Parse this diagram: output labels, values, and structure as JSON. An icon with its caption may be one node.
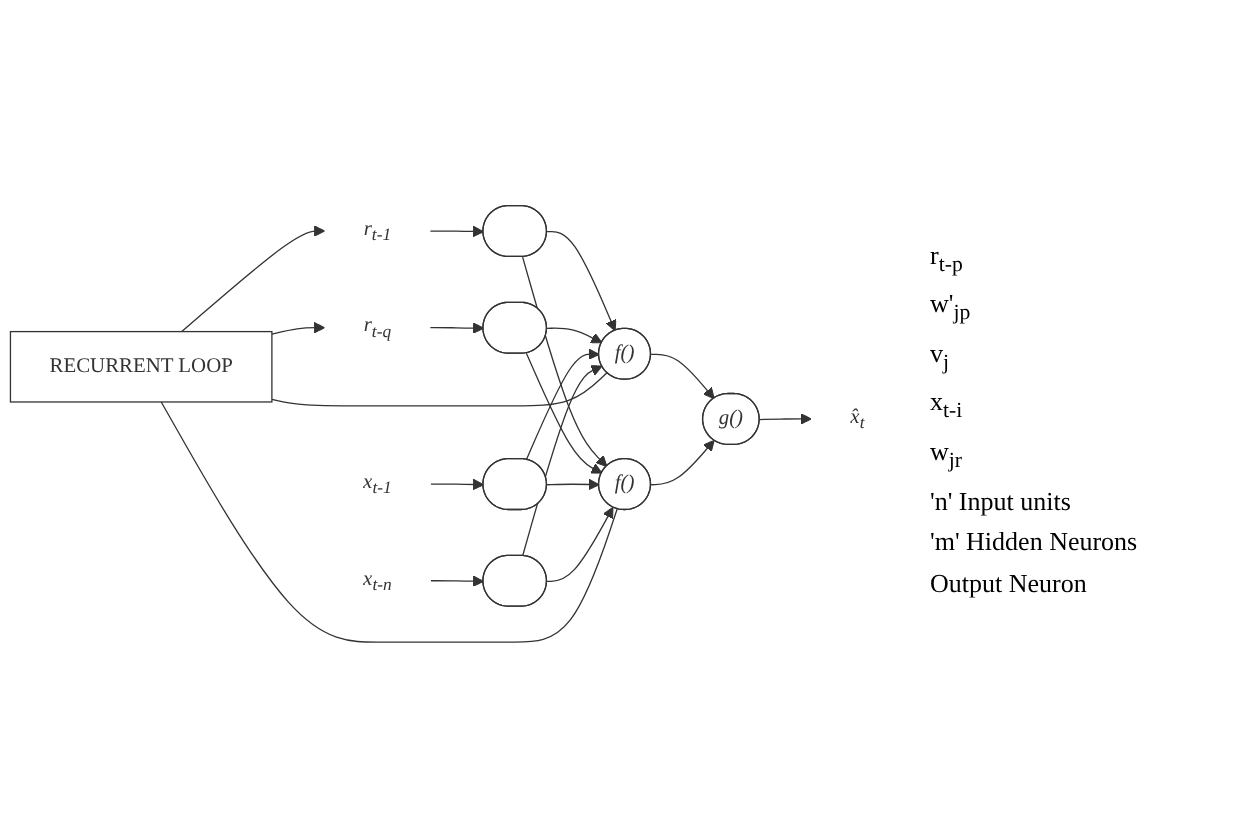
{
  "diagram": {
    "nodes": [
      {
        "text": [
          "RECURRENT LOOP"
        ]
      },
      {
        "text": [
          "r$_{t-1}$"
        ]
      },
      {
        "text": [],
        "shape": "ellipse"
      },
      {
        "text": [
          "f()"
        ]
      },
      {
        "text": [
          "r$_{t-q}$"
        ]
      },
      {
        "text": [],
        "shape": "ellipse"
      },
      {
        "text": [
          "x$_{t-1}$"
        ]
      },
      {
        "text": [],
        "shape": "ellipse"
      },
      {
        "text": [
          "g()"
        ]
      },
      {
        "text": [
          "x̂$_{t}$"
        ]
      },
      {
        "text": [
          "f()"
        ]
      },
      {
        "text": [
          "x$_{t-n}$"
        ]
      },
      {
        "text": [],
        "shape": "ellipse"
      }
    ],
    "edges": [
      {
        "from": 3,
        "to": 0,
        "arrow": "none"
      },
      {
        "from": 0,
        "to": 1,
        "arrow": "to"
      },
      {
        "from": 10,
        "to": 0,
        "arrow": "none"
      },
      {
        "from": 0,
        "to": 4,
        "arrow": "to"
      },
      {
        "from": 1,
        "to": 2,
        "arrow": "to"
      },
      {
        "from": 4,
        "to": 5,
        "arrow": "to"
      },
      {
        "from": 6,
        "to": 7,
        "arrow": "to"
      },
      {
        "from": 11,
        "to": 12,
        "arrow": "to"
      },
      {
        "from": 2,
        "to": 3,
        "arrow": "to"
      },
      {
        "from": 2,
        "to": 10,
        "arrow": "to"
      },
      {
        "from": 5,
        "to": 3,
        "arrow": "to"
      },
      {
        "from": 5,
        "to": 10,
        "arrow": "to"
      },
      {
        "from": 7,
        "to": 3,
        "arrow": "to"
      },
      {
        "from": 7,
        "to": 10,
        "arrow": "to"
      },
      {
        "from": 12,
        "to": 3,
        "arrow": "to"
      },
      {
        "from": 12,
        "to": 10,
        "arrow": "to"
      },
      {
        "from": 3,
        "to": 8,
        "arrow": "to"
      },
      {
        "from": 10,
        "to": 8,
        "arrow": "to"
      },
      {
        "from": 8,
        "to": 9,
        "arrow": "to"
      }
    ],
    "labels": [
      "r$_{t-p}$",
      "w'$_{jp}$",
      "v$_{j}$",
      "x$_{t-i}$",
      "w$_{jr}$",
      "'n' Input units",
      "'m' Hidden Neurons",
      "Output Neuron"
    ]
  }
}
